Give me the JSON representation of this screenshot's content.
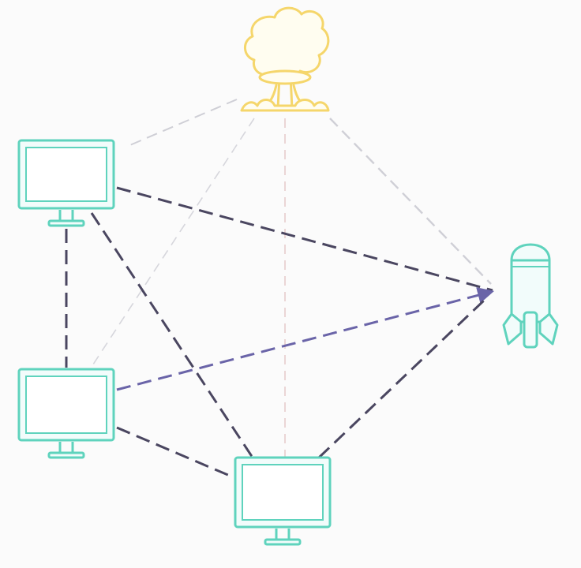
{
  "colors": {
    "background": "#fbfbfb",
    "monitor": "#5fd3bd",
    "monitor_fill": "#f2fcfb",
    "explosion": "#f5d66b",
    "explosion_fill": "#fffdf0",
    "rocket": "#5fd3bd",
    "link_dark": "#4a4660",
    "link_blue": "#6a64a8",
    "link_light": "#cfcfd6",
    "link_pink": "#e6cccc"
  },
  "nodes": {
    "monitor_top_left": {
      "icon": "monitor-icon"
    },
    "monitor_bottom_left": {
      "icon": "monitor-icon"
    },
    "monitor_bottom_center": {
      "icon": "monitor-icon"
    },
    "explosion": {
      "icon": "mushroom-cloud-icon"
    },
    "rocket": {
      "icon": "rocket-icon"
    }
  },
  "links": [
    {
      "from": "explosion",
      "to": "monitor_top_left",
      "style": "light"
    },
    {
      "from": "explosion",
      "to": "monitor_bottom_left",
      "style": "light"
    },
    {
      "from": "explosion",
      "to": "monitor_bottom_center",
      "style": "pink"
    },
    {
      "from": "explosion",
      "to": "rocket",
      "style": "light"
    },
    {
      "from": "monitor_top_left",
      "to": "rocket",
      "style": "dark"
    },
    {
      "from": "monitor_top_left",
      "to": "monitor_bottom_left",
      "style": "dark"
    },
    {
      "from": "monitor_top_left",
      "to": "monitor_bottom_center",
      "style": "dark"
    },
    {
      "from": "monitor_bottom_left",
      "to": "rocket",
      "style": "blue"
    },
    {
      "from": "monitor_bottom_left",
      "to": "monitor_bottom_center",
      "style": "dark"
    },
    {
      "from": "monitor_bottom_center",
      "to": "rocket",
      "style": "dark"
    }
  ]
}
